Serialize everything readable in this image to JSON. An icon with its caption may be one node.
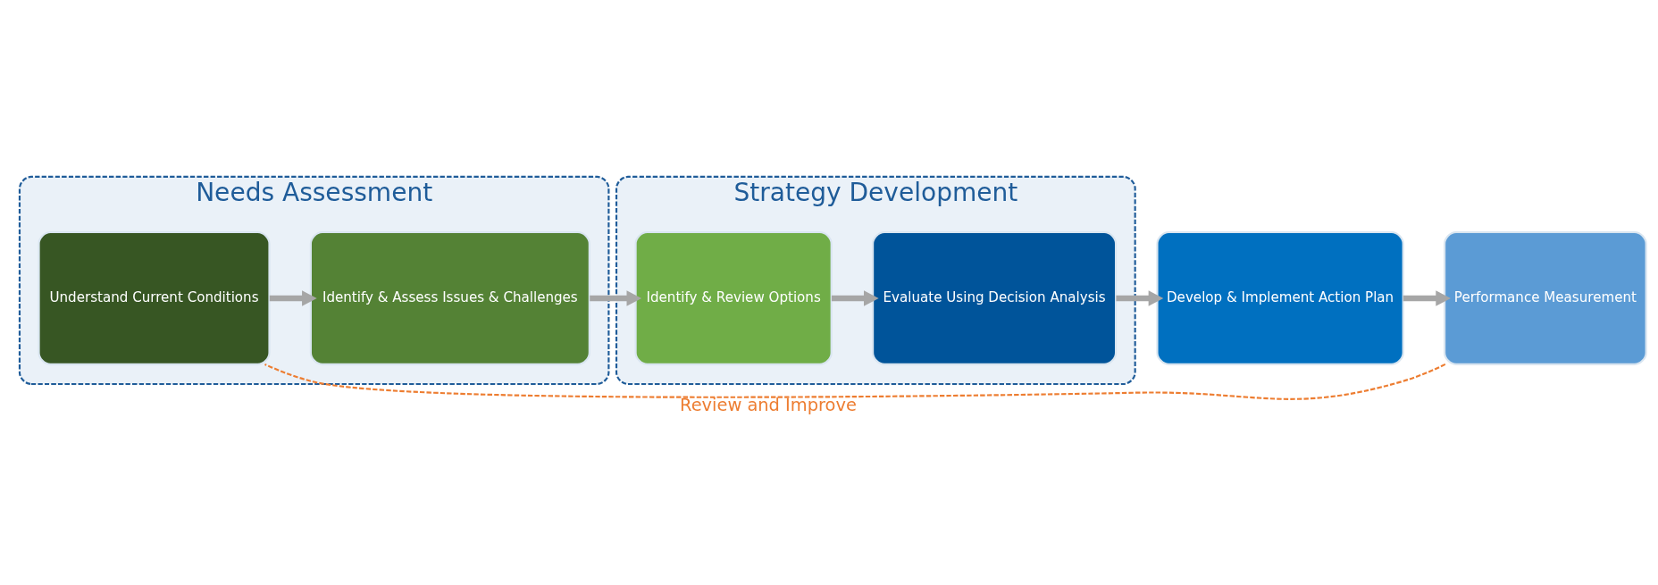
{
  "diagram": {
    "nodes": [
      {
        "text": [
          "Needs Assessment"
        ]
      },
      {
        "text": [
          "Understand Current Conditions"
        ],
        "in": 0
      },
      {
        "text": [
          "Identify & Assess Issues & Challenges"
        ],
        "in": 0
      },
      {
        "text": [
          "Strategy Development"
        ]
      },
      {
        "text": [
          "Identify & Review Options"
        ],
        "in": 3
      },
      {
        "text": [
          "Evaluate Using Decision Analysis"
        ],
        "in": 3
      },
      {
        "text": [
          "Develop & Implement Action Plan"
        ]
      },
      {
        "text": [
          "Performance Measurement"
        ]
      }
    ],
    "edges": [
      {
        "from": 1,
        "to": 2,
        "arrow": "to"
      },
      {
        "from": 2,
        "to": 4,
        "arrow": "to"
      },
      {
        "from": 4,
        "to": 5,
        "arrow": "to"
      },
      {
        "from": 5,
        "to": 6,
        "arrow": "to"
      },
      {
        "from": 6,
        "to": 7,
        "arrow": "to"
      },
      {
        "from": 7,
        "to": 1,
        "arrow": "none",
        "label": "Review and Improve",
        "style": "dashed",
        "color": "#ed7d31"
      }
    ]
  }
}
